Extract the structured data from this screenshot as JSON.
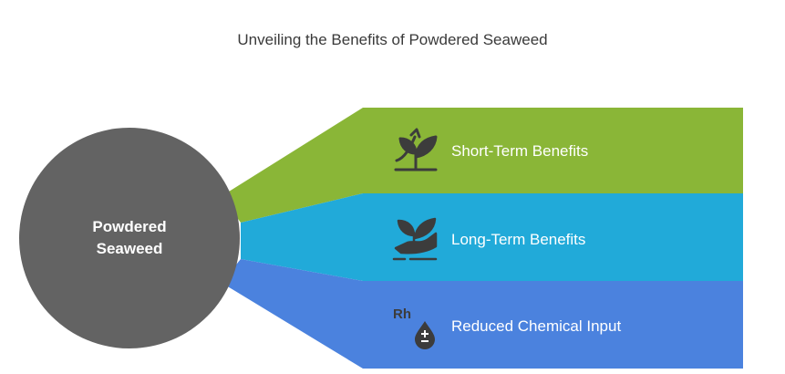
{
  "title": "Unveiling the Benefits of Powdered Seaweed",
  "center": {
    "line1": "Powdered",
    "line2": "Seaweed",
    "color": "#636363"
  },
  "branches": [
    {
      "label": "Short-Term Benefits",
      "color": "#8ab637",
      "icon": "sprout-arrow-icon"
    },
    {
      "label": "Long-Term Benefits",
      "color": "#21aad9",
      "icon": "plant-hand-icon"
    },
    {
      "label": "Reduced Chemical Input",
      "color": "#4b82de",
      "icon": "chemical-drop-icon"
    }
  ]
}
